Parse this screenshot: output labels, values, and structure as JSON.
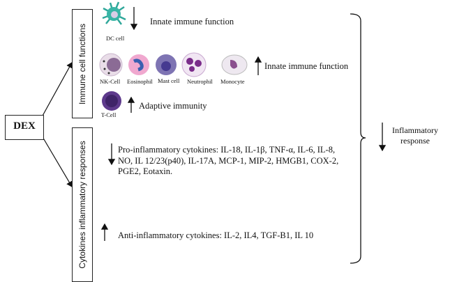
{
  "dex": "DEX",
  "immune_box": "Immune cell functions",
  "cytokine_box": "Cytokines inflammatory responses",
  "dc_label": "DC cell",
  "dc_effect": "Innate immune function",
  "cells": [
    "NK-Cell",
    "Eosinophil",
    "Mast cell",
    "Neutrophil",
    "Monocyte"
  ],
  "innate_effect": "Innate immune function",
  "tcell_label": "T-Cell",
  "adaptive_effect": "Adaptive immunity",
  "pro_lines": [
    "Pro-inflammatory cytokines: IL-18, IL-1β, TNF-α, IL-6, IL-8,",
    "NO, IL 12/23(p40), IL-17A, MCP-1, MIP-2, HMGB1, COX-2,",
    "PGE2, Eotaxin."
  ],
  "anti": "Anti-inflammatory cytokines: IL-2, IL4, TGF-B1, IL 10",
  "outcome": [
    "Inflammatory",
    "response"
  ]
}
